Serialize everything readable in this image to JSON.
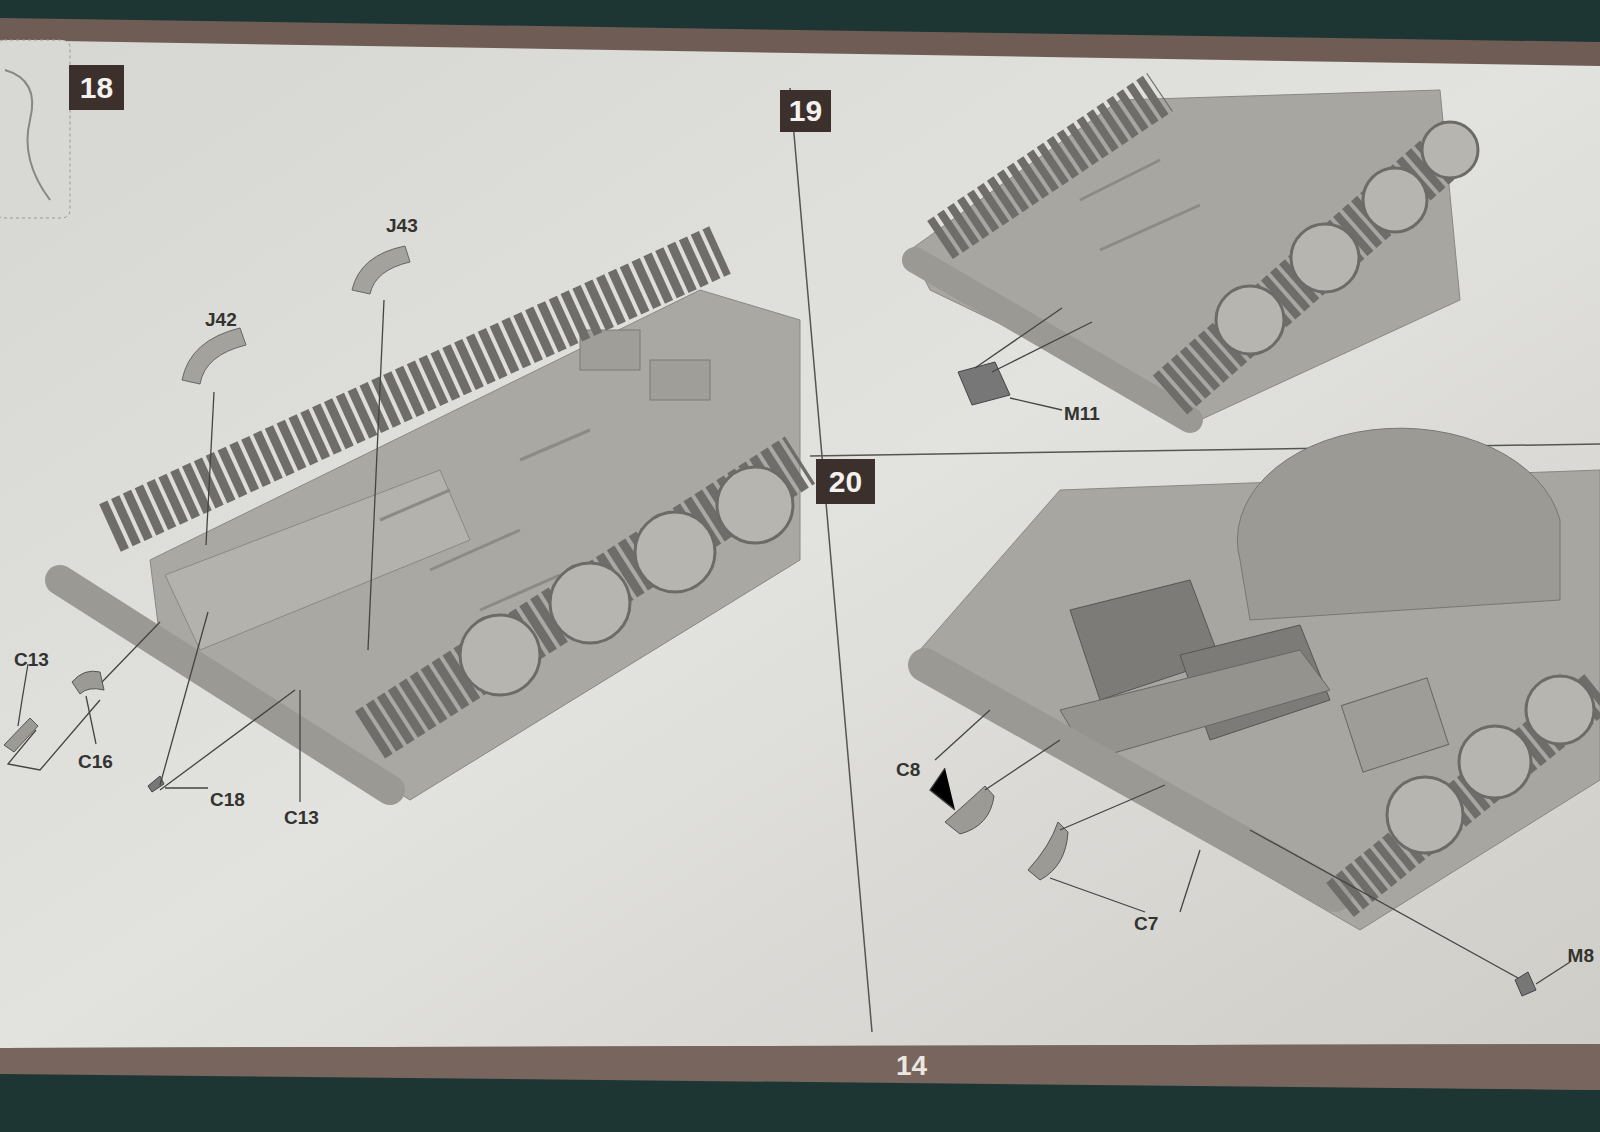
{
  "diagram": {
    "nodes": [
      {
        "text": [
          "18"
        ]
      },
      {
        "text": [
          "19"
        ]
      },
      {
        "text": [
          "20"
        ]
      }
    ],
    "labels": [
      "J43",
      "J42",
      "C13",
      "C16",
      "C18",
      "C13",
      "M11",
      "C8",
      "C7",
      "M8",
      "14"
    ]
  }
}
